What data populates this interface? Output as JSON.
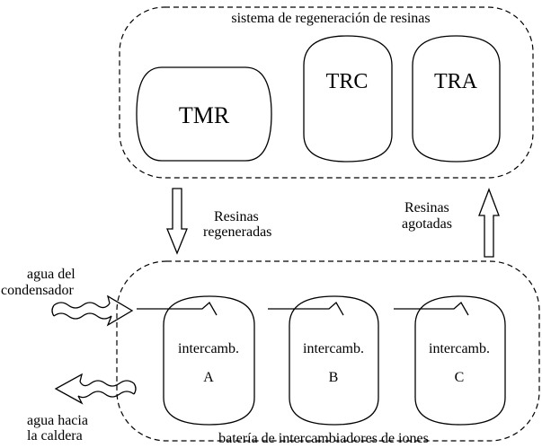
{
  "regeneration_system": {
    "title": "sistema de regeneración de resinas",
    "tanks": [
      "TMR",
      "TRC",
      "TRA"
    ]
  },
  "flows": {
    "regenerated": [
      "Resinas",
      "regeneradas"
    ],
    "exhausted": [
      "Resinas",
      "agotadas"
    ],
    "inlet": [
      "agua del",
      "condensador"
    ],
    "outlet": [
      "agua hacia",
      "la caldera"
    ]
  },
  "exchanger_bank": {
    "title": "batería de intercambiadores de iones",
    "exchangers": [
      {
        "label": "intercamb.",
        "id": "A"
      },
      {
        "label": "intercamb.",
        "id": "B"
      },
      {
        "label": "intercamb.",
        "id": "C"
      }
    ]
  }
}
